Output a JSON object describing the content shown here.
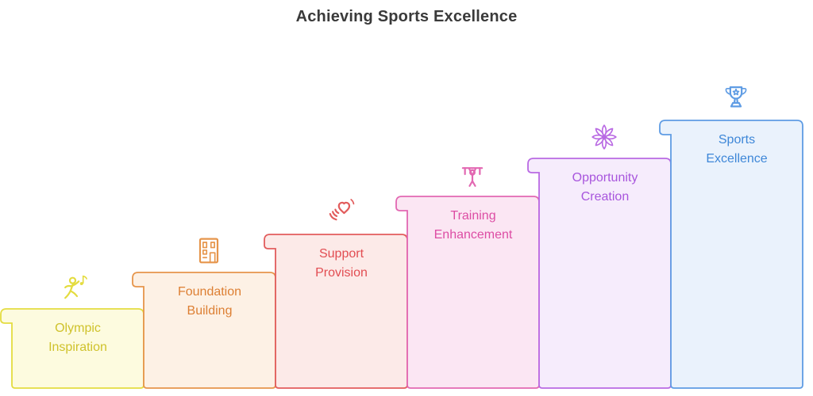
{
  "title": "Achieving Sports Excellence",
  "steps": [
    {
      "label": "Olympic Inspiration",
      "line1": "Olympic",
      "line2": "Inspiration",
      "icon": "dancer-icon",
      "colors": {
        "stroke": "#e4dc40",
        "fill": "#fdfbdf",
        "text": "#cfc22b"
      }
    },
    {
      "label": "Foundation Building",
      "line1": "Foundation",
      "line2": "Building",
      "icon": "building-icon",
      "colors": {
        "stroke": "#e6954b",
        "fill": "#fdf1e5",
        "text": "#dd7f33"
      }
    },
    {
      "label": "Support Provision",
      "line1": "Support",
      "line2": "Provision",
      "icon": "hand-heart-icon",
      "colors": {
        "stroke": "#e25c5c",
        "fill": "#fceae8",
        "text": "#e24d52"
      }
    },
    {
      "label": "Training Enhancement",
      "line1": "Training",
      "line2": "Enhancement",
      "icon": "pullup-bar-icon",
      "colors": {
        "stroke": "#e268b2",
        "fill": "#fbe6f3",
        "text": "#dd4da4"
      }
    },
    {
      "label": "Opportunity Creation",
      "line1": "Opportunity",
      "line2": "Creation",
      "icon": "flower-icon",
      "colors": {
        "stroke": "#b96ae3",
        "fill": "#f6ecfc",
        "text": "#a855dd"
      }
    },
    {
      "label": "Sports Excellence",
      "line1": "Sports",
      "line2": "Excellence",
      "icon": "trophy-icon",
      "colors": {
        "stroke": "#5f9ce4",
        "fill": "#eaf2fc",
        "text": "#3e87d8"
      }
    }
  ]
}
